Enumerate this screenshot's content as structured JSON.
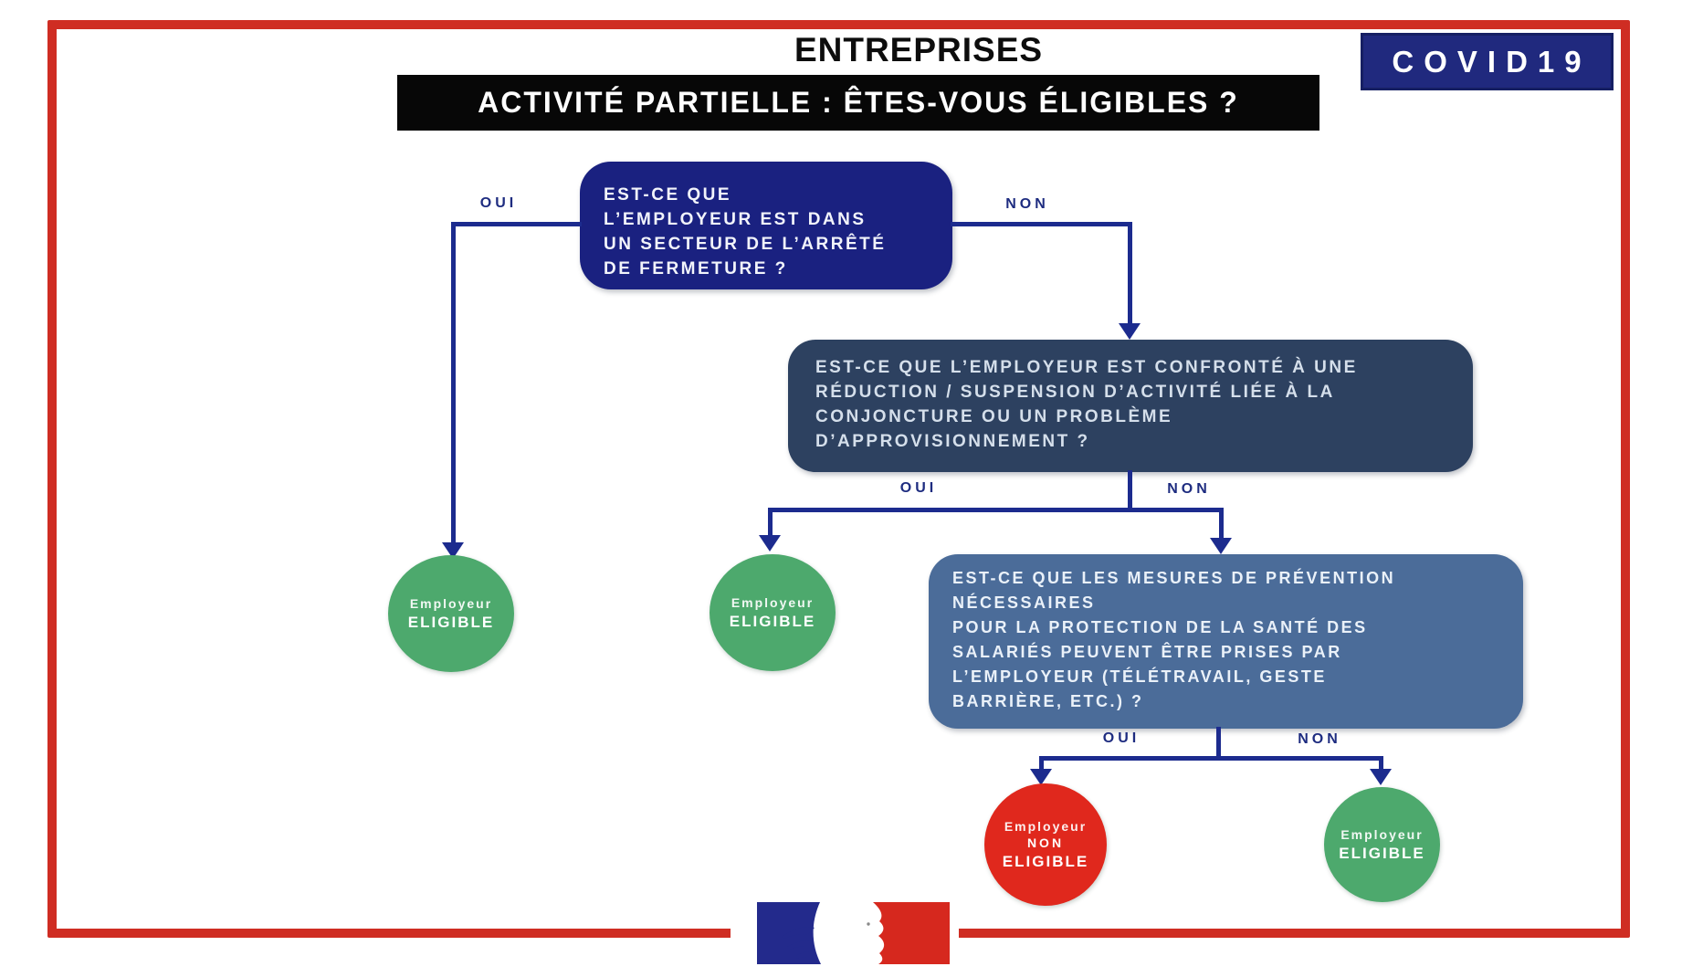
{
  "header": {
    "title": "ENTREPRISES",
    "subtitle": "ACTIVITÉ PARTIELLE : ÊTES-VOUS ÉLIGIBLES ?",
    "badge": "COVID19"
  },
  "flowchart": {
    "branch_labels": {
      "yes": "OUI",
      "no": "NON"
    },
    "questions": [
      {
        "id": "closure-sector",
        "text": "EST-CE QUE\nL’EMPLOYEUR EST DANS\nUN SECTEUR DE L’ARRÊTÉ\nDE FERMETURE ?"
      },
      {
        "id": "activity-reduction",
        "text": "EST-CE QUE L’EMPLOYEUR EST CONFRONTÉ À UNE\nRÉDUCTION / SUSPENSION D’ACTIVITÉ LIÉE À LA\nCONJONCTURE OU UN PROBLÈME\nD’APPROVISIONNEMENT ?"
      },
      {
        "id": "prevention-measures",
        "text": "EST-CE QUE LES MESURES DE PRÉVENTION\nNÉCESSAIRES\nPOUR LA PROTECTION DE LA SANTÉ DES\nSALARIÉS PEUVENT ÊTRE PRISES PAR\nL’EMPLOYEUR (TÉLÉTRAVAIL, GESTE\nBARRIÈRE, ETC.) ?"
      }
    ],
    "outcomes": [
      {
        "id": "eligible-left",
        "status": "eligible",
        "lines": [
          "Employeur",
          "ELIGIBLE"
        ]
      },
      {
        "id": "eligible-middle",
        "status": "eligible",
        "lines": [
          "Employeur",
          "ELIGIBLE"
        ]
      },
      {
        "id": "not-eligible",
        "status": "not-eligible",
        "lines": [
          "Employeur",
          "NON",
          "ELIGIBLE"
        ]
      },
      {
        "id": "eligible-right",
        "status": "eligible",
        "lines": [
          "Employeur",
          "ELIGIBLE"
        ]
      }
    ]
  },
  "colors": {
    "frame_red": "#cf2d23",
    "connector_navy": "#1c2b8e",
    "question1_navy": "#1a2180",
    "question2_slate": "#2d4160",
    "question3_steel": "#4b6c99",
    "eligible_green": "#4da96d",
    "not_eligible_red": "#e0281d",
    "badge_navy": "#20297e",
    "banner_black": "#070707"
  }
}
